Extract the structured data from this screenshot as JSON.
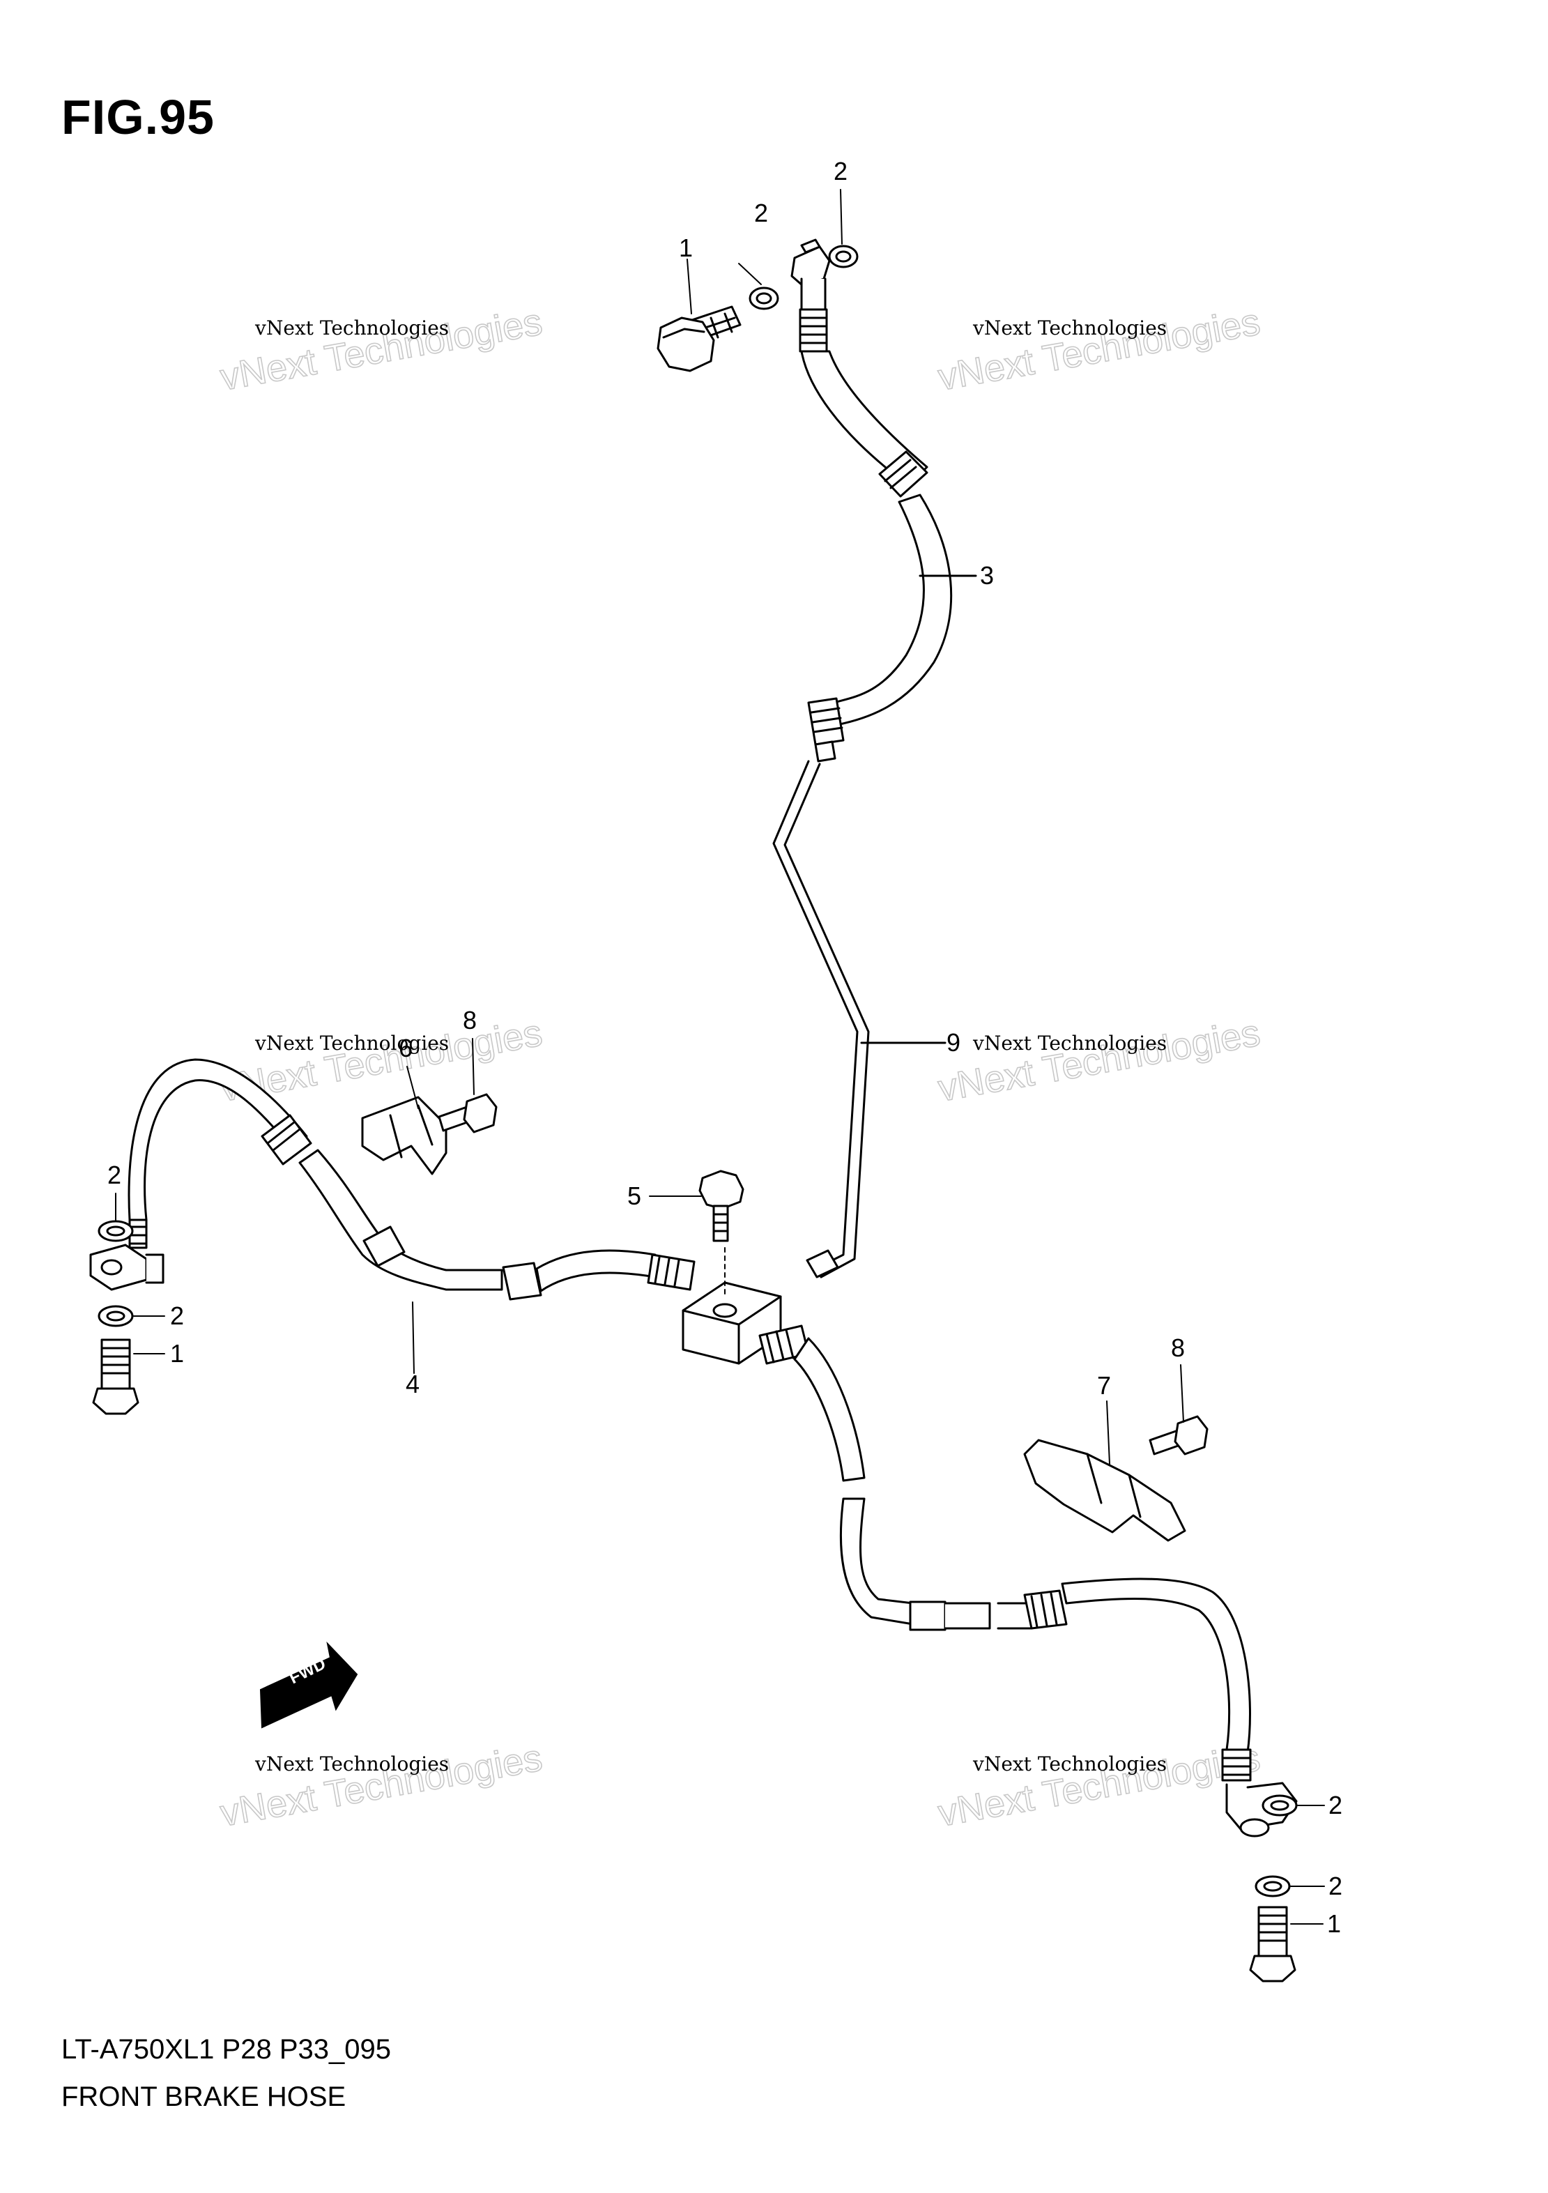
{
  "figure": {
    "title": "FIG.95",
    "model_code": "LT-A750XL1 P28 P33_095",
    "name": "FRONT BRAKE HOSE"
  },
  "watermark": {
    "line1": "vNext Technologies",
    "line2": "vNext Technologies"
  },
  "callouts": {
    "c1a": "1",
    "c2a": "2",
    "c2b": "2",
    "c3": "3",
    "c8a": "8",
    "c6": "6",
    "c9": "9",
    "c2c": "2",
    "c2d": "2",
    "c1b": "1",
    "c5": "5",
    "c4": "4",
    "c8b": "8",
    "c7": "7",
    "c2e": "2",
    "c2f": "2",
    "c1c": "1"
  },
  "fwd_badge": "FWD",
  "colors": {
    "line": "#000000",
    "fill": "#ffffff",
    "watermark_outline": "#c8c8c8"
  }
}
